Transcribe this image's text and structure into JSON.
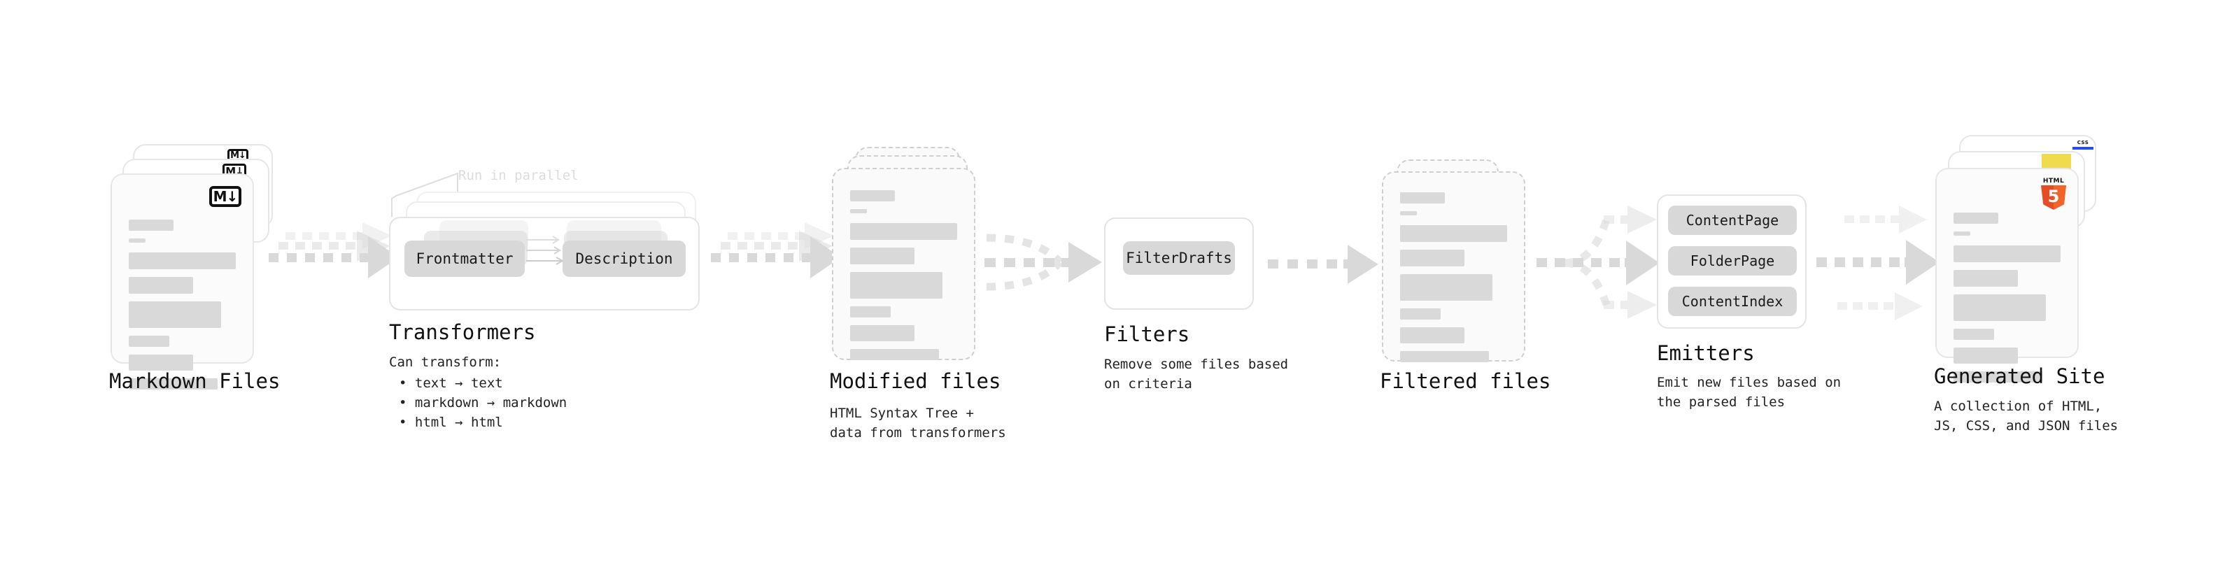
{
  "diagram": {
    "title_font": "monospace",
    "accent_colors": {
      "bar": "#d9d9d9",
      "chip": "#d8d8d8",
      "arrow": "#d9d9d9",
      "outline": "#e4e4e4",
      "html5_orange": "#e44d26",
      "js_yellow": "#f0db4f",
      "css_blue": "#264de4",
      "annotation_grey": "#dcdcdc"
    },
    "stages": [
      {
        "id": "markdown-files",
        "title": "Markdown Files",
        "subtitle": "",
        "badge": "M↓",
        "badge_name": "markdown-logo-icon"
      },
      {
        "id": "transformers",
        "title": "Transformers",
        "annotation": "Run in parallel",
        "chips": [
          "Frontmatter",
          "Description"
        ],
        "subtitle_heading": "Can transform:",
        "bullets": [
          "• text → text",
          "• markdown → markdown",
          "• html → html"
        ]
      },
      {
        "id": "modified-files",
        "title": "Modified files",
        "subtitle": "HTML Syntax Tree +\ndata from transformers"
      },
      {
        "id": "filters",
        "title": "Filters",
        "chips": [
          "FilterDrafts"
        ],
        "subtitle": "Remove some files based\non criteria"
      },
      {
        "id": "filtered-files",
        "title": "Filtered files",
        "subtitle": ""
      },
      {
        "id": "emitters",
        "title": "Emitters",
        "chips": [
          "ContentPage",
          "FolderPage",
          "ContentIndex"
        ],
        "subtitle": "Emit new files based on\nthe parsed files"
      },
      {
        "id": "generated-site",
        "title": "Generated Site",
        "subtitle": "A collection of HTML,\nJS, CSS, and JSON files",
        "badges": [
          "CSS",
          "JS",
          "HTML5"
        ]
      }
    ],
    "connectors": [
      {
        "from": "markdown-files",
        "to": "transformers",
        "kind": "triple-parallel-arrow"
      },
      {
        "from": "transformers",
        "to": "modified-files",
        "kind": "triple-parallel-arrow"
      },
      {
        "from": "modified-files",
        "to": "filters",
        "kind": "merge-arrow"
      },
      {
        "from": "filters",
        "to": "filtered-files",
        "kind": "single-arrow"
      },
      {
        "from": "filtered-files",
        "to": "emitters",
        "kind": "fork-arrow"
      },
      {
        "from": "emitters",
        "to": "generated-site",
        "kind": "triple-arrow"
      }
    ]
  }
}
